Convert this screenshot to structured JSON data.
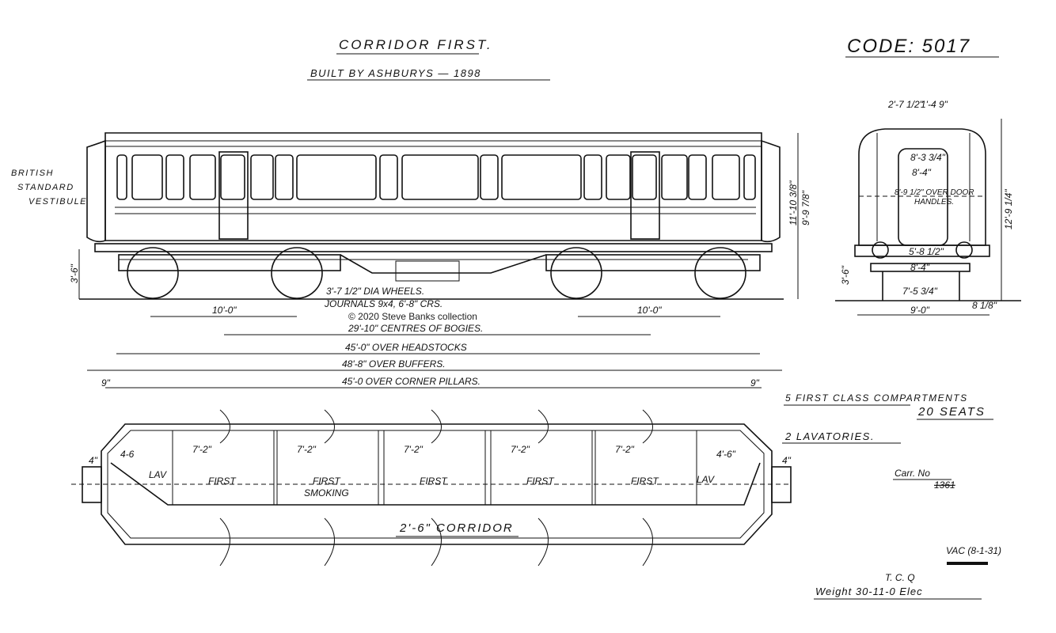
{
  "header": {
    "title": "CORRIDOR FIRST.",
    "subtitle": "BUILT BY ASHBURYS — 1898",
    "code": "CODE: 5017"
  },
  "side_elevation": {
    "vestibule_label": [
      "BRITISH",
      "STANDARD",
      "VESTIBULE"
    ],
    "height_roof": "11'-10 3/8\"",
    "height_cant": "9'-9 7/8\"",
    "height_buffer": "3'-6\"",
    "wheels": "3'-7 1/2\" DIA WHEELS.",
    "journals": "JOURNALS 9x4, 6'-8\" CRS.",
    "copyright": "© 2020 Steve Banks collection",
    "bogie_wheelbase_left": "10'-0\"",
    "bogie_wheelbase_right": "10'-0\"",
    "bogie_centres": "29'-10\" CENTRES OF BOGIES.",
    "over_headstocks": "45'-0\" OVER HEADSTOCKS",
    "over_buffers": "48'-8\" OVER BUFFERS.",
    "over_corner_pillars": "45'-0 OVER CORNER PILLARS.",
    "end_overhang_left": "9\"",
    "end_overhang_right": "9\""
  },
  "end_elevation": {
    "top_left": "2'-7 1/2\"",
    "top_right": "1'-4 9\"",
    "width_top": "8'-3 3/4\"",
    "width_body": "8'-4\"",
    "over_handles": "8'-9 1/2\" OVER DOOR",
    "over_handles_2": "HANDLES.",
    "buffer_centres": "5'-8 1/2\"",
    "headstock": "8'-4\"",
    "track": "7'-5 3/4\"",
    "step": "8 1/8\"",
    "overall_width": "9'-0\"",
    "height_total": "12'-9 1/4\"",
    "buffer_height": "3'-6\""
  },
  "plan": {
    "lav_left_dim": "4-6",
    "lav_right_dim": "4'-6\"",
    "end_left": "4\"",
    "end_right": "4\"",
    "compartment_widths": [
      "7'-2\"",
      "7'-2\"",
      "7'-2\"",
      "7'-2\"",
      "7'-2\""
    ],
    "compartment_labels": [
      "FIRST",
      "FIRST",
      "FIRST",
      "FIRST",
      "FIRST"
    ],
    "smoking_label": "SMOKING",
    "lav_left": "LAV",
    "lav_right": "LAV",
    "corridor": "2'-6\" CORRIDOR"
  },
  "notes": {
    "compartments": "5 FIRST CLASS COMPARTMENTS",
    "seats": "20 SEATS",
    "lavatories": "2 LAVATORIES.",
    "carr_label": "Carr. No",
    "carr_number": "1361",
    "vac": "VAC (8-1-31)",
    "weight_units": "T.   C.   Q",
    "weight": "Weight 30-11-0 Elec"
  }
}
